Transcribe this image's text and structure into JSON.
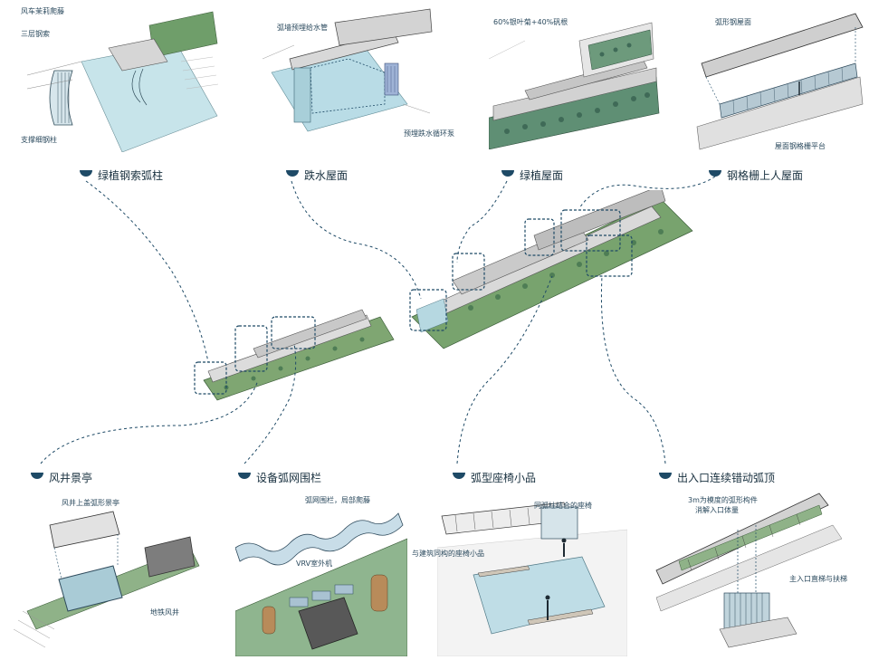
{
  "panels": {
    "p1": {
      "title": "绿植钢索弧柱",
      "labels": [
        "风车茉莉爬藤",
        "三层钢索",
        "支撑细钢柱"
      ]
    },
    "p2": {
      "title": "跌水屋面",
      "labels": [
        "弧墙预埋给水管",
        "预埋跌水循环泵"
      ]
    },
    "p3": {
      "title": "绿植屋面",
      "labels": [
        "60%银叶菊+40%矾根"
      ]
    },
    "p4": {
      "title": "钢格栅上人屋面",
      "labels": [
        "弧形钢屋面",
        "屋面钢格栅平台"
      ]
    },
    "p5": {
      "title": "风井景亭",
      "labels": [
        "风井上盖弧形景亭",
        "地铁风井"
      ]
    },
    "p6": {
      "title": "设备弧网围栏",
      "labels": [
        "弧网围栏，局部爬藤",
        "VRV室外机"
      ]
    },
    "p7": {
      "title": "弧型座椅小品",
      "labels": [
        "同弧柱结合的座椅",
        "与建筑同构的座椅小品"
      ]
    },
    "p8": {
      "title": "出入口连续错动弧顶",
      "labels": [
        "3m为模度的弧形构件",
        "消解入口体量",
        "主入口直梯与扶梯"
      ]
    }
  },
  "colors": {
    "accent": "#1e4a66",
    "water": "#b7dce4",
    "green": "#6f9e6a",
    "roof": "#cfcfcf",
    "line": "#4a4a4a"
  }
}
